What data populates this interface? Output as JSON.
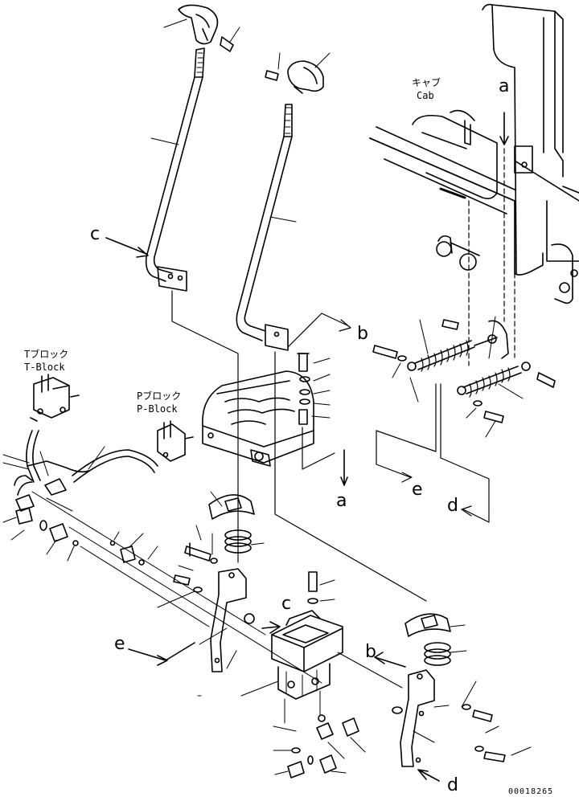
{
  "labels": {
    "cab_jp": "キャブ",
    "cab_en": "Cab",
    "tblock_jp": "Tブロック",
    "tblock_en": "T-Block",
    "pblock_jp": "Pブロック",
    "pblock_en": "P-Block"
  },
  "refs": {
    "a_top": "a",
    "a_mid": "a",
    "b_top": "b",
    "b_low": "b",
    "c_top": "c",
    "c_mid": "c",
    "d_mid": "d",
    "d_low": "d",
    "e_mid": "e",
    "e_low": "e"
  },
  "part_number": "00018265"
}
